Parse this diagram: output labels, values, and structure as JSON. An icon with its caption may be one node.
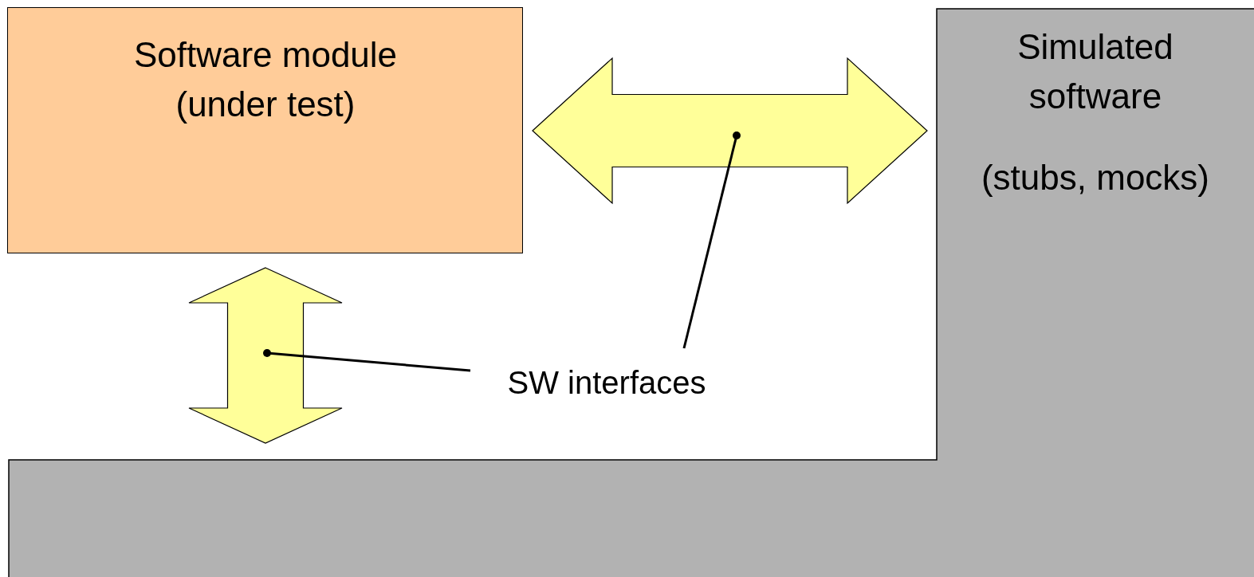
{
  "diagram": {
    "nodes": [
      {
        "text": [
          "Software module (under test)"
        ]
      },
      {
        "text": [
          "Simulated software",
          "(stubs, mocks)"
        ]
      },
      {
        "text": [
          "SW interfaces"
        ]
      }
    ],
    "edges": [
      {
        "from": 0,
        "to": 1,
        "arrow": "both",
        "style": "thick",
        "color": "#ffff99"
      },
      {
        "from": 0,
        "to": 1,
        "arrow": "both",
        "style": "thick",
        "color": "#ffff99"
      },
      {
        "from": 2,
        "to": null,
        "arrow": "other"
      },
      {
        "from": 2,
        "to": null,
        "arrow": "other"
      }
    ]
  }
}
